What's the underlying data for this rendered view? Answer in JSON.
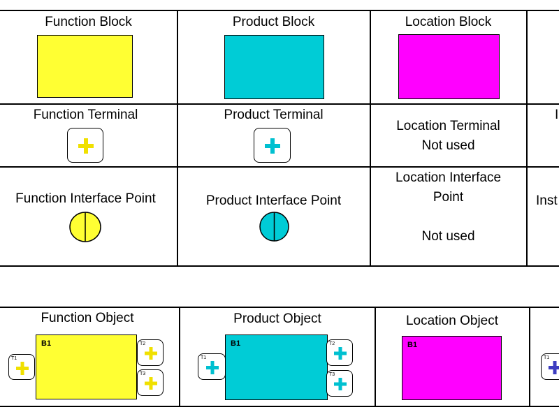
{
  "colors": {
    "function": "#ffff33",
    "function_plus": "#f0e000",
    "product": "#00ccd6",
    "product_plus": "#00c0d0",
    "location": "#ff00ff",
    "instance_plus": "#3c3cc0"
  },
  "top_table": {
    "row1": {
      "function": "Function Block",
      "product": "Product Block",
      "location": "Location Block"
    },
    "row2": {
      "function": "Function Terminal",
      "product": "Product Terminal",
      "location_line1": "Location Terminal",
      "location_line2": "Not used",
      "cut_fragment": "I"
    },
    "row3": {
      "function": "Function Interface Point",
      "product": "Product Interface Point",
      "location_line1": "Location Interface",
      "location_line2": "Point",
      "location_line3": "Not used",
      "cut_fragment": "Inst"
    }
  },
  "bottom_table": {
    "function": {
      "title": "Function Object",
      "block_label": "B1",
      "left_terminal": "T1",
      "right_terminal_top": "T2",
      "right_terminal_bottom": "T3"
    },
    "product": {
      "title": "Product Object",
      "block_label": "B1",
      "left_terminal": "T1",
      "right_terminal_top": "T2",
      "right_terminal_bottom": "T3"
    },
    "location": {
      "title": "Location Object",
      "block_label": "B1"
    },
    "instance": {
      "left_terminal": "T1"
    }
  }
}
